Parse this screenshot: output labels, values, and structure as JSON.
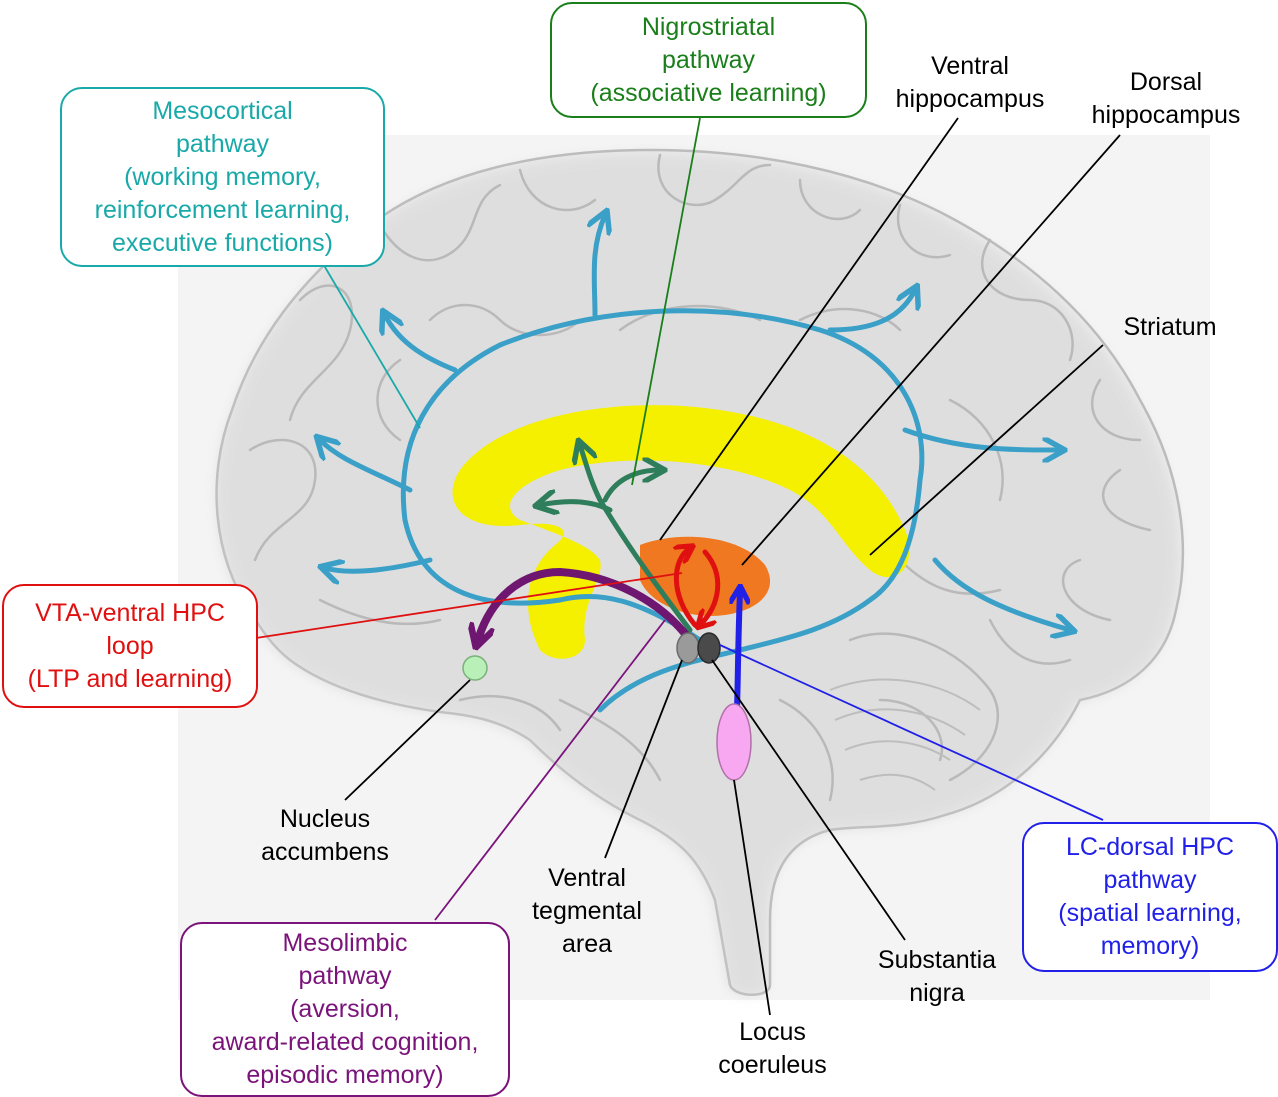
{
  "colors": {
    "mesocortical": "#1aa9a9",
    "nigrostriatal": "#1a7f1a",
    "vta_hpc": "#e01010",
    "mesolimbic": "#7a137a",
    "lc_hpc": "#2020e8",
    "cortex_pathway": "#3aa0c8",
    "corpus_callosum": "#f5f000",
    "hippocampus_region": "#f07820",
    "nucleus_accumbens": "#b8f0b8",
    "locus_coeruleus": "#f8a8f0"
  },
  "boxes": {
    "mesocortical": [
      "Mesocortical",
      "pathway",
      "(working memory,",
      "reinforcement learning,",
      "executive functions)"
    ],
    "nigrostriatal": [
      "Nigrostriatal",
      "pathway",
      "(associative learning)"
    ],
    "vta_hpc": [
      "VTA-ventral HPC",
      "loop",
      "(LTP and learning)"
    ],
    "mesolimbic": [
      "Mesolimbic",
      "pathway",
      "(aversion,",
      "award-related cognition,",
      "episodic memory)"
    ],
    "lc_hpc": [
      "LC-dorsal HPC",
      "pathway",
      "(spatial learning,",
      "memory)"
    ]
  },
  "labels": {
    "ventral_hippocampus": [
      "Ventral",
      "hippocampus"
    ],
    "dorsal_hippocampus": [
      "Dorsal",
      "hippocampus"
    ],
    "striatum": [
      "Striatum"
    ],
    "nucleus_accumbens": [
      "Nucleus",
      "accumbens"
    ],
    "vta": [
      "Ventral",
      "tegmental",
      "area"
    ],
    "substantia_nigra": [
      "Substantia",
      "nigra"
    ],
    "locus_coeruleus": [
      "Locus",
      "coeruleus"
    ]
  }
}
